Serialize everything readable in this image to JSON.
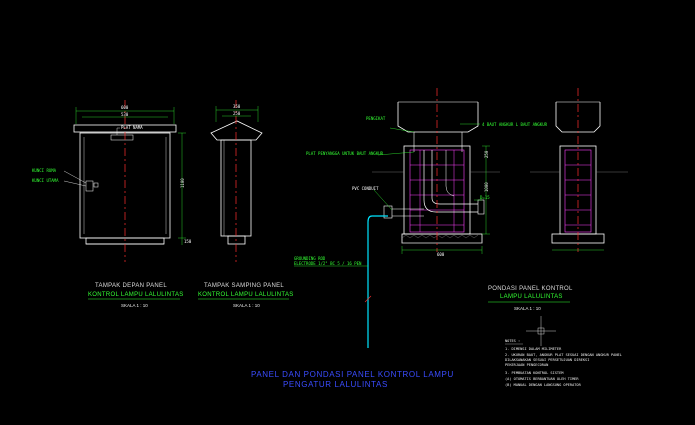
{
  "front_view": {
    "title_line1": "TAMPAK DEPAN PANEL",
    "title_line2": "KONTROL LAMPU LALULINTAS",
    "scale": "SKALA 1 : 10",
    "dim_top": "600",
    "dim_inner": "530",
    "dim_height": "1100",
    "dim_base": "150",
    "label_plat_nama": "PLAT NAMA",
    "label_kunci_ruma": "KUNCI RUMA",
    "label_kunci_utama": "KUNCI UTAMA"
  },
  "side_view": {
    "title_line1": "TAMPAK SAMPING PANEL",
    "title_line2": "KONTROL LAMPU LALULINTAS",
    "scale": "SKALA 1 : 10",
    "dim_top": "350",
    "dim_inner": "250"
  },
  "foundation_section": {
    "label_pengikat": "PENGIKAT",
    "label_angkur": "4 BAUT ANGKUR L BAUT ANGKUR",
    "label_plat": "PLAT PENYANGGA UNTUK BAUT ANGKUR",
    "label_pvc": "PVC CONDUIT",
    "label_d": "D=15",
    "dim_side": "250",
    "dim_bottom": "600",
    "dim_right": "1000"
  },
  "foundation": {
    "title_line1": "PONDASI PANEL KONTROL",
    "title_line2": "LAMPU LALULINTAS",
    "scale": "SKALA 1 : 10"
  },
  "grounding": {
    "label_line1": "GROUNDING ROD",
    "label_line2": "ELECTRODE 1/2\" BC 5 / 16 PEN"
  },
  "notes": {
    "heading": "NOTES :",
    "items": [
      "1. DIMENSI DALAM MILIMETER",
      "2. UKURAN BAUT, ANGKUR PLAT SESUAI DENGAN ANGKUR PANEL",
      "   DILAKSANAKAN SESUAI PERSETUJUAN DIREKSI",
      "   PEKERJAAN PENGECORAN",
      "3. PEMBUATAN KONTROL SISTEM",
      "   (A) OTOMATIS BERBANTUAN OLEH TIMER",
      "   (B) MANUAL DENGAN LANGSUNG OPERATOR"
    ]
  },
  "main_title": {
    "line1": "PANEL DAN PONDASI PANEL KONTROL LAMPU",
    "line2": "PENGATUR LALULINTAS"
  },
  "colors": {
    "background": "#000000",
    "outline": "#ffffff",
    "centerline": "#ff3030",
    "dimension": "#33ff33",
    "rebar": "#ff40ff",
    "conduit": "#00e5ff",
    "title": "#3a4cff"
  }
}
